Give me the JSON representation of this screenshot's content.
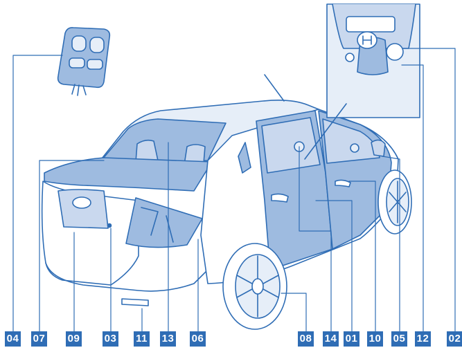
{
  "diagram": {
    "subject": "sedan-car-rear-three-quarter-view",
    "colors": {
      "line": "#2f6db5",
      "fill_light": "#e6eef8",
      "fill_mid": "#c9d8ee",
      "fill_dark": "#9ebbe0",
      "label_bg": "#2f6db5",
      "label_text": "#ffffff"
    },
    "callouts": [
      {
        "id": "04"
      },
      {
        "id": "07"
      },
      {
        "id": "09"
      },
      {
        "id": "03"
      },
      {
        "id": "11"
      },
      {
        "id": "13"
      },
      {
        "id": "06"
      },
      {
        "id": "08"
      },
      {
        "id": "14"
      },
      {
        "id": "01"
      },
      {
        "id": "10"
      },
      {
        "id": "05"
      },
      {
        "id": "12"
      },
      {
        "id": "02"
      }
    ]
  }
}
